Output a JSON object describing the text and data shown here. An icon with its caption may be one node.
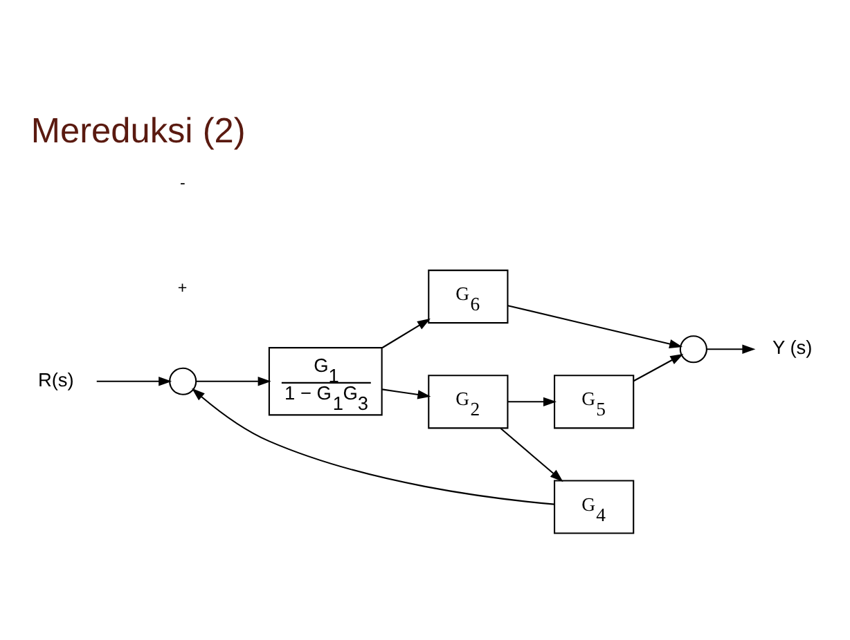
{
  "diagram": {
    "title": "Mereduksi (2)",
    "nodes": [
      {
        "text": [
          "R(s)"
        ]
      },
      {
        "text": [],
        "shape": "circle"
      },
      {
        "text": [
          "G$_{1}$",
          "1 − G$_{1}$G$_{3}$"
        ]
      },
      {
        "text": [
          "G$_{6}$"
        ]
      },
      {
        "text": [
          "G$_{2}$"
        ]
      },
      {
        "text": [
          "G$_{5}$"
        ]
      },
      {
        "text": [],
        "shape": "circle"
      },
      {
        "text": [
          "Y (s)"
        ]
      },
      {
        "text": [
          "G$_{4}$"
        ]
      }
    ],
    "edges": [
      {
        "from": 0,
        "to": 1,
        "arrow": "to"
      },
      {
        "from": 1,
        "to": 2,
        "arrow": "to"
      },
      {
        "from": 2,
        "to": 3,
        "arrow": "to"
      },
      {
        "from": 2,
        "to": 4,
        "arrow": "to"
      },
      {
        "from": 3,
        "to": 6,
        "arrow": "to"
      },
      {
        "from": 4,
        "to": 5,
        "arrow": "to"
      },
      {
        "from": 4,
        "to": 8,
        "arrow": "to"
      },
      {
        "from": 8,
        "to": 1,
        "arrow": "to"
      },
      {
        "from": 5,
        "to": 6,
        "arrow": "to"
      },
      {
        "from": 6,
        "to": 7,
        "arrow": "to"
      }
    ],
    "labels": [
      "+",
      "-"
    ]
  }
}
